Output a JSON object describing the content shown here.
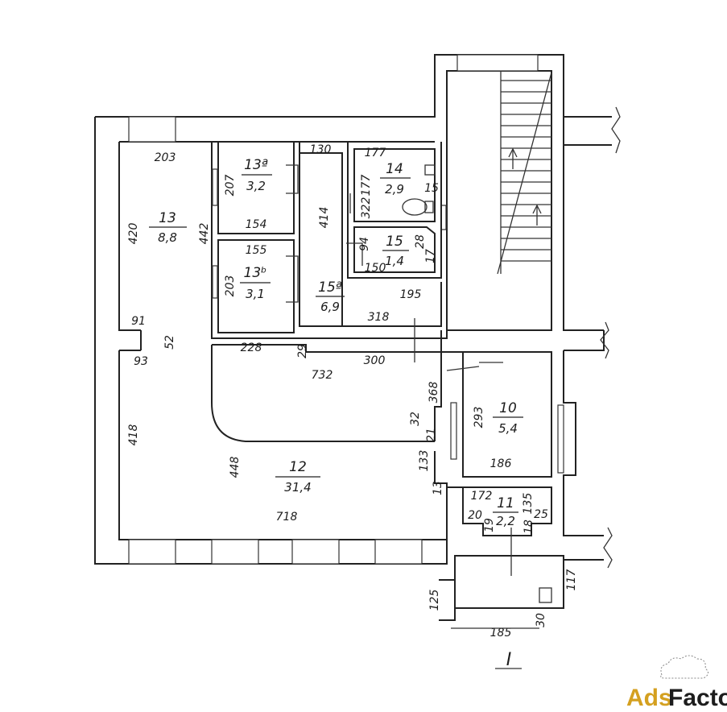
{
  "rooms": [
    {
      "number": "13",
      "area": "8,8"
    },
    {
      "number": "13ª",
      "area": "3,2"
    },
    {
      "number": "13ᵇ",
      "area": "3,1"
    },
    {
      "number": "14",
      "area": "2,9"
    },
    {
      "number": "15",
      "area": "1,4"
    },
    {
      "number": "15ª",
      "area": "6,9"
    },
    {
      "number": "12",
      "area": "31,4"
    },
    {
      "number": "10",
      "area": "5,4"
    },
    {
      "number": "11",
      "area": "2,2"
    }
  ],
  "dimensions": [
    "203",
    "420",
    "442",
    "91",
    "52",
    "93",
    "418",
    "207",
    "154",
    "155",
    "203",
    "130",
    "414",
    "177",
    "177",
    "322",
    "15",
    "94",
    "28",
    "17",
    "150",
    "195",
    "318",
    "228",
    "29",
    "300",
    "732",
    "368",
    "32",
    "21",
    "133",
    "13",
    "448",
    "718",
    "293",
    "186",
    "172",
    "135",
    "20",
    "19",
    "18",
    "25",
    "125",
    "117",
    "185",
    "30"
  ],
  "section_mark": "I",
  "watermark": {
    "text_a": "Ads",
    "text_b": "Factory",
    "color_a": "#d4a020",
    "color_b": "#1d1d1d"
  }
}
